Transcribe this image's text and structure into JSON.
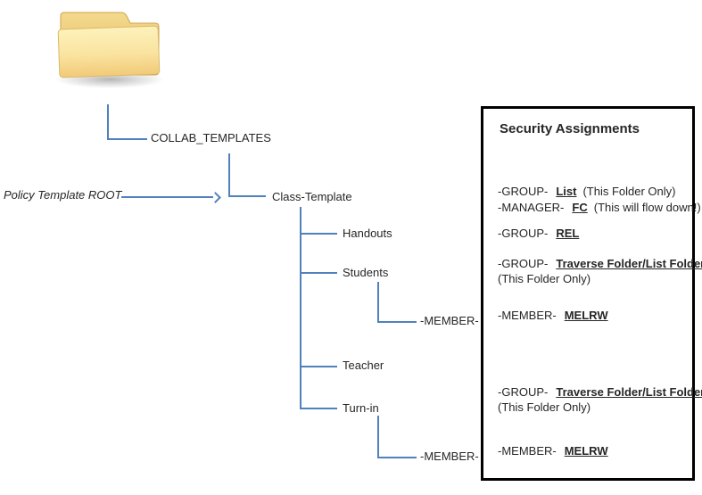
{
  "colors": {
    "line": "#4f81bd",
    "text": "#262626",
    "box-border": "#000000"
  },
  "tree": {
    "root_label": "COLLAB_TEMPLATES",
    "policy_annotation": "Policy Template ROOT",
    "template_label": "Class-Template",
    "children": [
      {
        "label": "Handouts"
      },
      {
        "label": "Students",
        "member_label": "-MEMBER-"
      },
      {
        "label": "Teacher"
      },
      {
        "label": "Turn-in",
        "member_label": "-MEMBER-"
      }
    ]
  },
  "security_box": {
    "title": "Security Assignments",
    "assignments": [
      {
        "prefix": "-GROUP-",
        "value": "List",
        "note": "(This Folder Only)"
      },
      {
        "prefix": "-MANAGER-",
        "value": "FC",
        "note": "(This will flow down!)"
      },
      {
        "prefix": "-GROUP-",
        "value": "REL",
        "note": ""
      },
      {
        "prefix": "-GROUP-",
        "value": "Traverse Folder/List Folder",
        "note": "",
        "note_below": "(This Folder Only)"
      },
      {
        "prefix": "-MEMBER-",
        "value": "MELRW",
        "note": ""
      },
      {
        "prefix": "-GROUP-",
        "value": "Traverse Folder/List Folder",
        "note": "",
        "note_below": "(This Folder Only)"
      },
      {
        "prefix": "-MEMBER-",
        "value": "MELRW",
        "note": ""
      }
    ]
  }
}
